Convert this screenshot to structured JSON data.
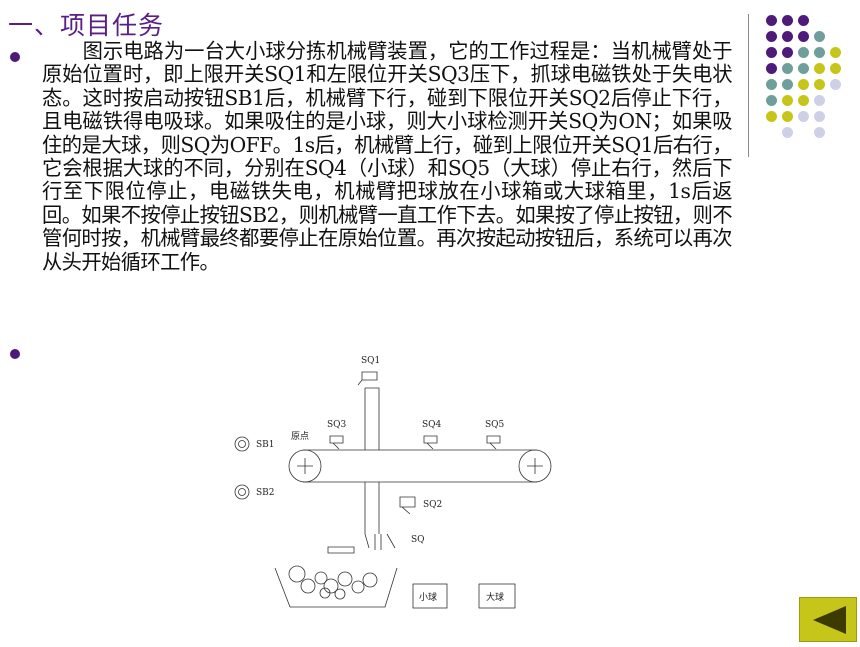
{
  "title": "一、项目任务",
  "paragraph": "图示电路为一台大小球分拣机械臂装置，它的工作过程是：当机械臂处于原始位置时，即上限开关SQ1和左限位开关SQ3压下，抓球电磁铁处于失电状态。这时按启动按钮SB1后，机械臂下行，碰到下限位开关SQ2后停止下行，且电磁铁得电吸球。如果吸住的是小球，则大小球检测开关SQ为ON；如果吸住的是大球，则SQ为OFF。1s后，机械臂上行，碰到上限位开关SQ1后右行，它会根据大球的不同，分别在SQ4（小球）和SQ5（大球）停止右行，然后下行至下限位停止，电磁铁失电，机械臂把球放在小球箱或大球箱里，1s后返回。如果不按停止按钮SB2，则机械臂一直工作下去。如果按了停止按钮，则不管何时按，机械臂最终都要停止在原始位置。再次按起动按钮后，系统可以再次从头开始循环工作。",
  "diagram": {
    "sq1": "SQ1",
    "sq2": "SQ2",
    "sq3": "SQ3",
    "sq4": "SQ4",
    "sq5": "SQ5",
    "sq": "SQ",
    "sb1": "SB1",
    "sb2": "SB2",
    "origin": "原点",
    "small_box": "小球",
    "big_box": "大球"
  },
  "decor_colors": {
    "purple": "#4d1a7a",
    "teal": "#6f9f9c",
    "yellow": "#c6c51a",
    "lavender": "#cfd0e6"
  },
  "nav": {
    "icon": "triangle-left-icon",
    "color": "#c6c51a",
    "arrow": "#3d3a00"
  }
}
